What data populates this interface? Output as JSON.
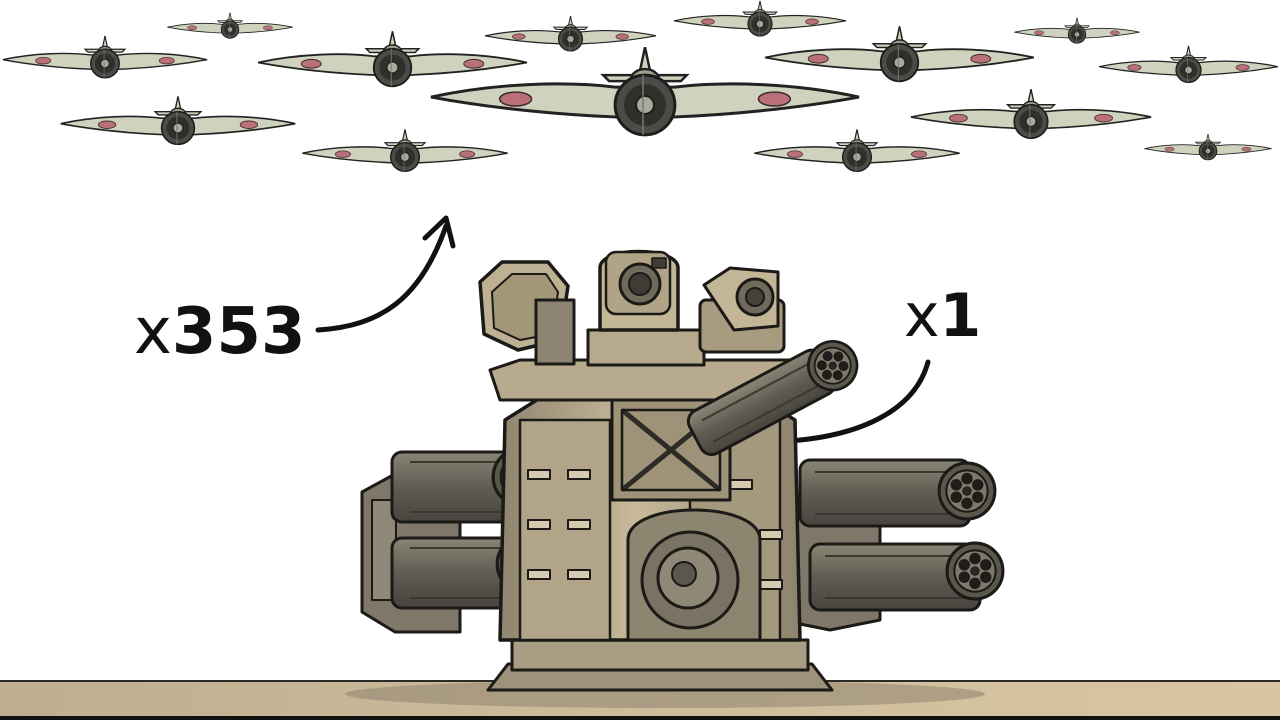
{
  "labels": {
    "planes": {
      "prefix": "x",
      "count": "353"
    },
    "turret": {
      "prefix": "x",
      "count": "1"
    }
  },
  "colors": {
    "plane_body": "#cfd2bd",
    "plane_roundel": "#b9707a",
    "plane_engine": "#3b3d3a",
    "turret_light": "#c9bb9c",
    "turret_mid": "#9f9479",
    "turret_dark": "#6f6a5c",
    "gun_metal": "#6d6a5f",
    "ground": "#c9b796",
    "ink": "#111111"
  },
  "icons": [
    "fighter-plane-icon",
    "gatling-turret-icon",
    "curved-arrow-icon"
  ]
}
